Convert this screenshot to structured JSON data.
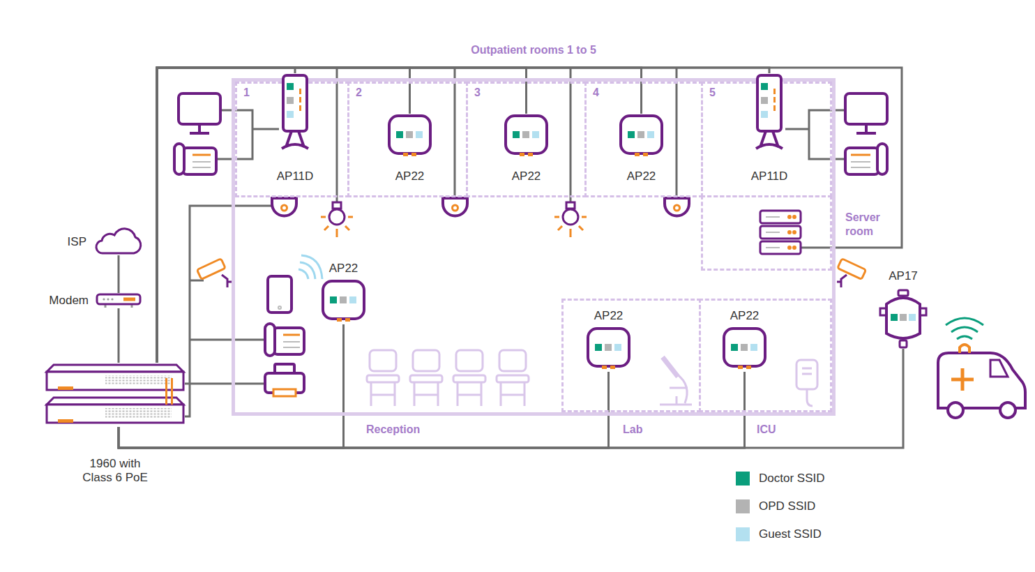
{
  "diagram": {
    "nodes": [
      {
        "text": [
          "Outpatient rooms 1 to 5"
        ]
      },
      {
        "text": [
          "1"
        ],
        "in": 0
      },
      {
        "text": [
          "AP11D"
        ],
        "in": 1
      },
      {
        "text": [
          "2"
        ],
        "in": 0
      },
      {
        "text": [
          "AP22"
        ],
        "in": 3
      },
      {
        "text": [
          "3"
        ],
        "in": 0
      },
      {
        "text": [
          "AP22"
        ],
        "in": 5
      },
      {
        "text": [
          "4"
        ],
        "in": 0
      },
      {
        "text": [
          "AP22"
        ],
        "in": 7
      },
      {
        "text": [
          "5"
        ],
        "in": 0
      },
      {
        "text": [
          "AP11D"
        ],
        "in": 9
      },
      {
        "text": [
          "Server room"
        ],
        "in": 0
      },
      {
        "text": [
          "Reception"
        ],
        "in": 0
      },
      {
        "text": [
          "AP22"
        ],
        "in": 12
      },
      {
        "text": [
          "Lab"
        ],
        "in": 0
      },
      {
        "text": [
          "AP22"
        ],
        "in": 14
      },
      {
        "text": [
          "ICU"
        ],
        "in": 0
      },
      {
        "text": [
          "AP22"
        ],
        "in": 16
      },
      {
        "text": [
          "AP17"
        ]
      },
      {
        "text": [
          "ISP"
        ]
      },
      {
        "text": [
          "Modem"
        ]
      },
      {
        "text": [
          "1960 with Class 6 PoE"
        ]
      }
    ],
    "edges": [
      {
        "from": 19,
        "to": 20,
        "arrow": "none"
      },
      {
        "from": 20,
        "to": 21,
        "arrow": "none"
      },
      {
        "from": 21,
        "to": 2,
        "arrow": "none"
      },
      {
        "from": 21,
        "to": 4,
        "arrow": "none"
      },
      {
        "from": 21,
        "to": 6,
        "arrow": "none"
      },
      {
        "from": 21,
        "to": 8,
        "arrow": "none"
      },
      {
        "from": 21,
        "to": 10,
        "arrow": "none"
      },
      {
        "from": 21,
        "to": 11,
        "arrow": "none"
      },
      {
        "from": 21,
        "to": 13,
        "arrow": "none"
      },
      {
        "from": 21,
        "to": 15,
        "arrow": "none"
      },
      {
        "from": 21,
        "to": 17,
        "arrow": "none"
      },
      {
        "from": 21,
        "to": 18,
        "arrow": "none"
      }
    ],
    "legend": [
      {
        "text": "Doctor SSID",
        "color": "#0a9e7c"
      },
      {
        "text": "OPD SSID",
        "color": "#b3b3b3"
      },
      {
        "text": "Guest SSID",
        "color": "#b3e0f0"
      }
    ]
  }
}
